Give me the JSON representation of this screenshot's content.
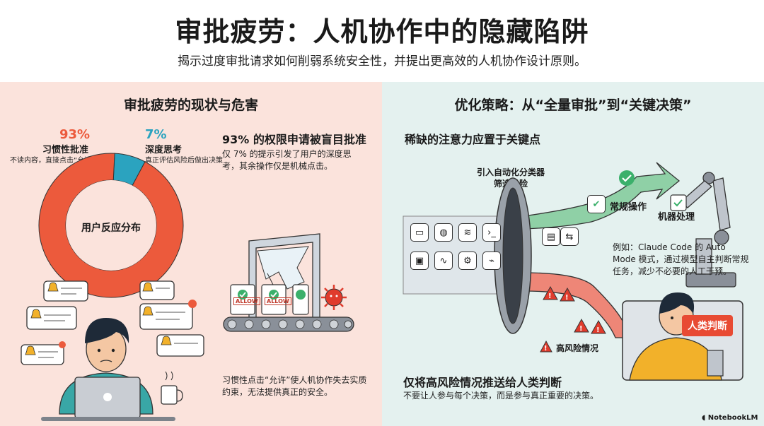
{
  "header": {
    "title": "审批疲劳：人机协作中的隐藏陷阱",
    "subtitle": "揭示过度审批请求如何削弱系统安全性，并提出更高效的人机协作设计原则。"
  },
  "left": {
    "heading": "审批疲劳的现状与危害",
    "donut": {
      "center_label": "用户反应分布",
      "segments": [
        {
          "percent": "93%",
          "value": 93,
          "label": "习惯性批准",
          "desc": "不读内容，直接点击“允许”",
          "color": "#ec5a3c"
        },
        {
          "percent": "7%",
          "value": 7,
          "label": "深度思考",
          "desc": "真正评估风险后做出决策",
          "color": "#2ba3bf"
        }
      ]
    },
    "stat_title": "93% 的权限申请被盲目批准",
    "stat_desc": "仅 7% 的提示引发了用户的深度思考，其余操作仅是机械点击。",
    "allow_label": "ALLOW",
    "bottom_text": "习惯性点击“允许”使人机协作失去实质约束，无法提供真正的安全。"
  },
  "right": {
    "heading": "优化策略：从“全量审批”到“关键决策”",
    "attention_title": "稀缺的注意力应置于关键点",
    "classifier_label": "引入自动化分类器筛选风险",
    "routine_label": "常规操作",
    "machine_label": "机器处理",
    "example_text": "例如：Claude Code 的 Auto Mode 模式，通过模型自主判断常规任务，减少不必要的人工干预。",
    "high_risk_label": "高风险情况",
    "human_label": "人类判断",
    "push_title": "仅将高风险情况推送给人类判断",
    "push_desc": "不要让人参与每个决策，而是参与真正重要的决策。"
  },
  "footer": {
    "brand": "NotebookLM"
  },
  "colors": {
    "left_bg": "#fbe3dc",
    "right_bg": "#e4f1ef",
    "accent_red": "#ec5a3c",
    "accent_teal": "#2ba3bf",
    "flow_green": "#8fd0a6",
    "flow_red": "#ee8677"
  }
}
